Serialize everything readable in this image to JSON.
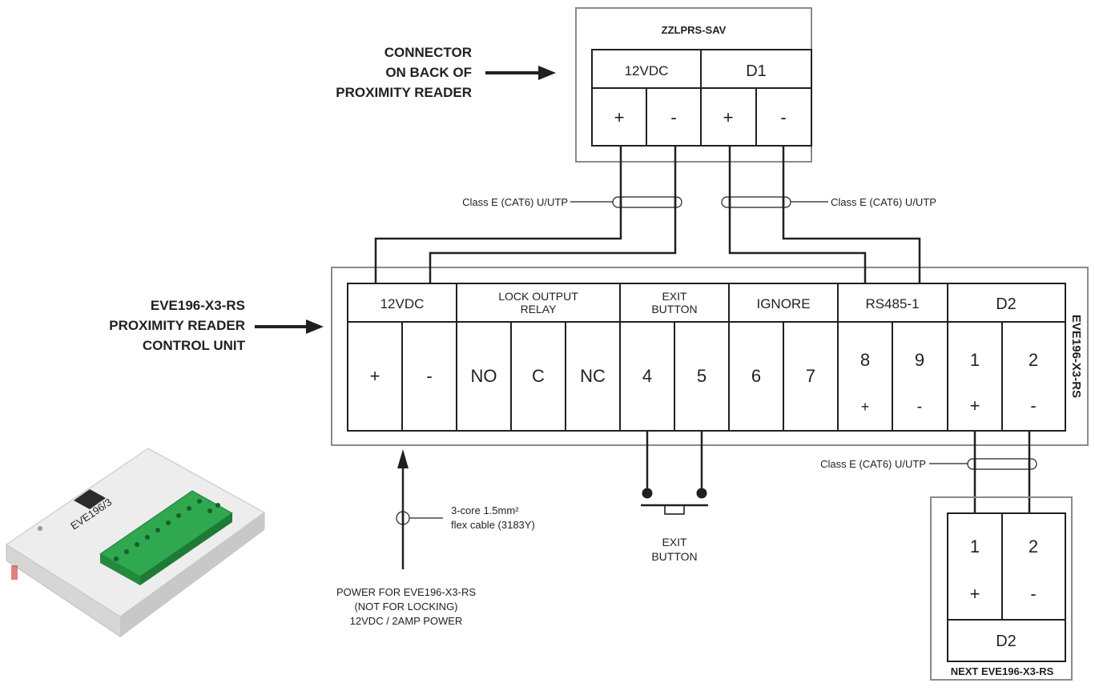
{
  "reader": {
    "title": "ZZLPRS-SAV",
    "groups": [
      "12VDC",
      "D1"
    ],
    "terminals": [
      "+",
      "-",
      "+",
      "-"
    ]
  },
  "reader_callout": [
    "CONNECTOR",
    "ON BACK OF",
    "PROXIMITY READER"
  ],
  "control_callout": [
    "EVE196-X3-RS",
    "PROXIMITY READER",
    "CONTROL UNIT"
  ],
  "control": {
    "side_label": "EVE196-X3-RS",
    "groups": [
      "12VDC",
      "LOCK OUTPUT",
      "RELAY",
      "EXIT",
      "BUTTON",
      "IGNORE",
      "RS485-1",
      "D2"
    ],
    "terminals": [
      "+",
      "-",
      "NO",
      "C",
      "NC",
      "4",
      "5",
      "6",
      "7",
      "8",
      "9",
      "1",
      "2"
    ],
    "sub_terminals": [
      "+",
      "-",
      "+",
      "-"
    ]
  },
  "cables": {
    "cat6_label": "Class E (CAT6)  U/UTP",
    "power_cable": [
      "3-core 1.5mm²",
      "flex cable (3183Y)"
    ]
  },
  "power_note": [
    "POWER FOR EVE196-X3-RS",
    "(NOT FOR LOCKING)",
    "12VDC / 2AMP POWER"
  ],
  "exit_button_label": [
    "EXIT",
    "BUTTON"
  ],
  "next_unit": {
    "terminals": [
      "1",
      "2"
    ],
    "signs": [
      "+",
      "-"
    ],
    "group": "D2",
    "label": "NEXT EVE196-X3-RS"
  },
  "device_photo": {
    "model_text": "EVE196/3"
  }
}
